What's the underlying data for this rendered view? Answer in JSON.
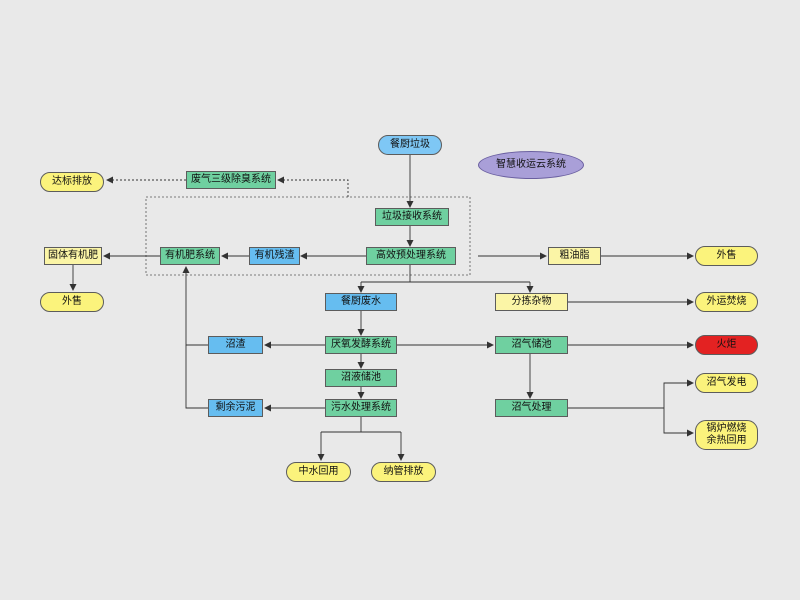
{
  "nodes": {
    "canchu_laji": "餐厨垃圾",
    "zhihui_cloud": "智慧收运云系统",
    "dabiao_paifang_1": "达标排放",
    "feiqi_chuchou": "废气三级除臭系统",
    "laji_jieshou": "垃圾接收系统",
    "guti_youjifei": "固体有机肥",
    "youjifei_xitong": "有机肥系统",
    "youji_canzha": "有机残渣",
    "gaoxiao_yuchuli": "高效预处理系统",
    "cu_youzhi": "粗油脂",
    "waishou_right": "外售",
    "waishou_left": "外售",
    "canchu_feishui": "餐厨废水",
    "fenjian_zawu": "分拣杂物",
    "waiyun_fenshao": "外运焚烧",
    "zhaozha": "沼渣",
    "yanyang_fajiao": "厌氧发酵系统",
    "zhaoqi_chuchi": "沼气储池",
    "huoju": "火炬",
    "zhaoye_chuchi": "沼液储池",
    "zhaoqi_fadian": "沼气发电",
    "shengyu_wuni": "剩余污泥",
    "wushui_chuli": "污水处理系统",
    "zhaoqi_chuli": "沼气处理",
    "guolu_line1": "锅炉燃烧",
    "guolu_line2": "余热回用",
    "zhongshui_huiyong": "中水回用",
    "naguan_paifang": "纳管排放"
  },
  "colors": {
    "background": "#e9e9e9",
    "process": "#6fd0a0",
    "intermediate": "#66bdf0",
    "product": "#fbf5a6",
    "output": "#fbf37c",
    "flare": "#e32222",
    "cloud": "#a99fd8",
    "line": "#333333"
  }
}
